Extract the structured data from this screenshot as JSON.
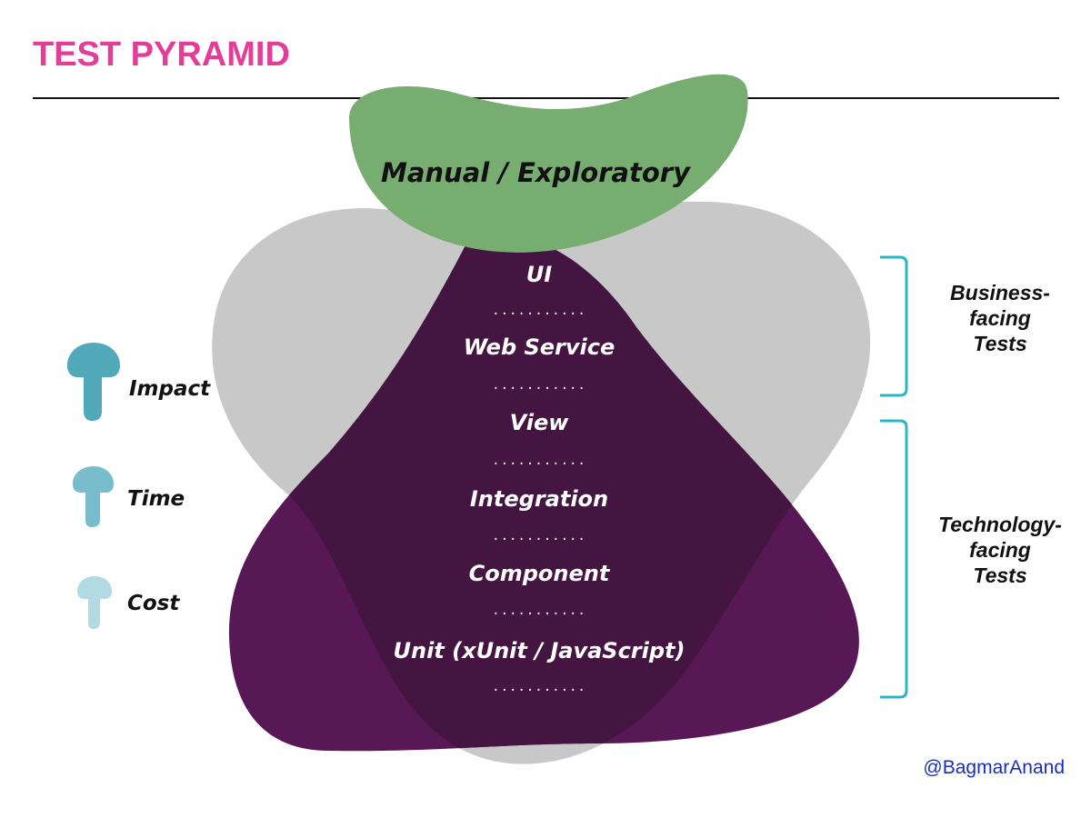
{
  "title": "TEST PYRAMID",
  "manual_label": "Manual / Exploratory",
  "layers": [
    {
      "label": "UI"
    },
    {
      "label": "Web Service"
    },
    {
      "label": "View"
    },
    {
      "label": "Integration"
    },
    {
      "label": "Component"
    },
    {
      "label": "Unit (xUnit / JavaScript)"
    }
  ],
  "separator": "...........",
  "business_facing": [
    "Business-",
    "facing",
    "Tests"
  ],
  "technology_facing": [
    "Technology-",
    "facing",
    "Tests"
  ],
  "legend": [
    {
      "label": "Impact",
      "icon": "arrow-up-icon"
    },
    {
      "label": "Time",
      "icon": "arrow-up-icon"
    },
    {
      "label": "Cost",
      "icon": "arrow-up-icon"
    }
  ],
  "credit": "@BagmarAnand",
  "colors": {
    "title": "#e23d97",
    "manual_blob": "#77ad71",
    "gray_blob": "#c8c8c8",
    "purple_blob": "#581856",
    "inner_purple": "#431540",
    "bracket": "#29b6c8",
    "arrow_impact": "#52a9b9",
    "arrow_time": "#79bccb",
    "arrow_cost": "#b1dae2",
    "credit": "#1a2fb5"
  }
}
